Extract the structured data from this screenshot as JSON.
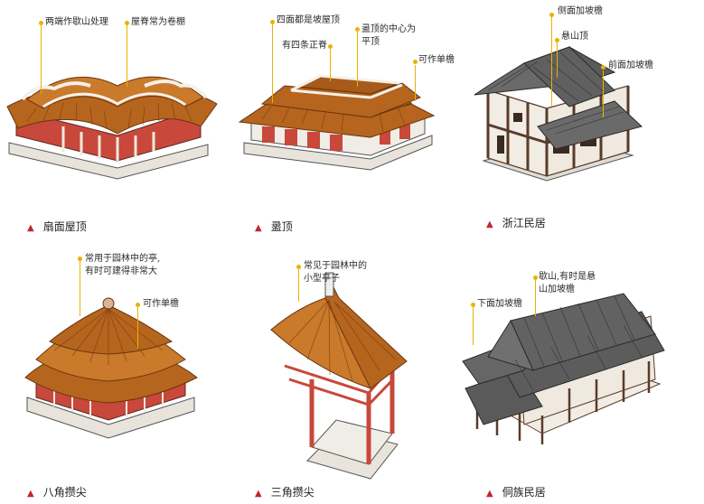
{
  "colors": {
    "roof": "#b5651d",
    "roof_dark": "#8a4514",
    "wall": "#c8483b",
    "base": "#e8e4dc",
    "timber": "#5a3b2a",
    "leader": "#e8b300",
    "marker": "#c1272d",
    "tile_dark": "#5c5c5c"
  },
  "panels": [
    {
      "caption": "扇面屋顶",
      "annotations": [
        "两端作歇山处理",
        "屋脊常为卷棚"
      ]
    },
    {
      "caption": "盝顶",
      "annotations": [
        "四面都是坡屋顶",
        "盝顶的中心为",
        "平顶",
        "有四条正脊",
        "可作单檐"
      ]
    },
    {
      "caption": "浙江民居",
      "annotations": [
        "侧面加坡檐",
        "悬山顶",
        "前面加坡檐"
      ]
    },
    {
      "caption": "八角攒尖",
      "annotations": [
        "常用于园林中的亭,",
        "有时可建得非常大",
        "可作单檐"
      ]
    },
    {
      "caption": "三角攒尖",
      "annotations": [
        "常见于园林中的",
        "小型亭子"
      ]
    },
    {
      "caption": "侗族民居",
      "annotations": [
        "下面加坡檐",
        "歇山,有时是悬",
        "山加坡檐"
      ]
    }
  ]
}
